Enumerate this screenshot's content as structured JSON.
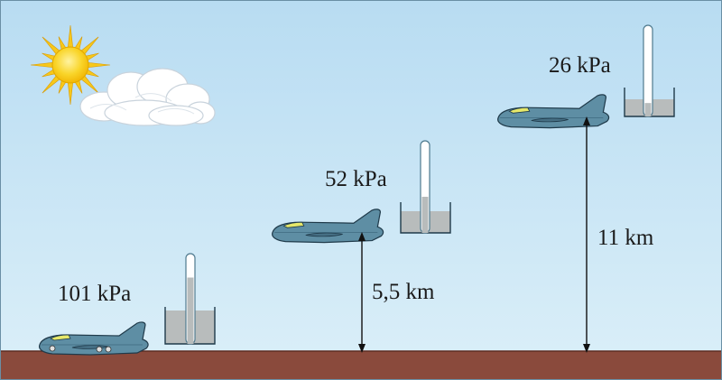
{
  "colors": {
    "sky_top": "#b8dcf2",
    "sky_bottom": "#d9eef8",
    "ground": "#8a4a3c",
    "plane_body": "#5e8ea4",
    "plane_outline": "#1f3a4a",
    "mercury": "#b8bcbc",
    "sun": "#f7d31c"
  },
  "levels": [
    {
      "pressure_label": "101 kPa",
      "altitude_label": "",
      "mercury_column_fraction": 0.75
    },
    {
      "pressure_label": "52 kPa",
      "altitude_label": "5,5 km",
      "mercury_column_fraction": 0.4
    },
    {
      "pressure_label": "26 kPa",
      "altitude_label": "11 km",
      "mercury_column_fraction": 0.15
    }
  ],
  "icons": [
    "sun-icon",
    "cloud-icon",
    "airplane-icon",
    "barometer-icon",
    "double-arrow-icon"
  ]
}
